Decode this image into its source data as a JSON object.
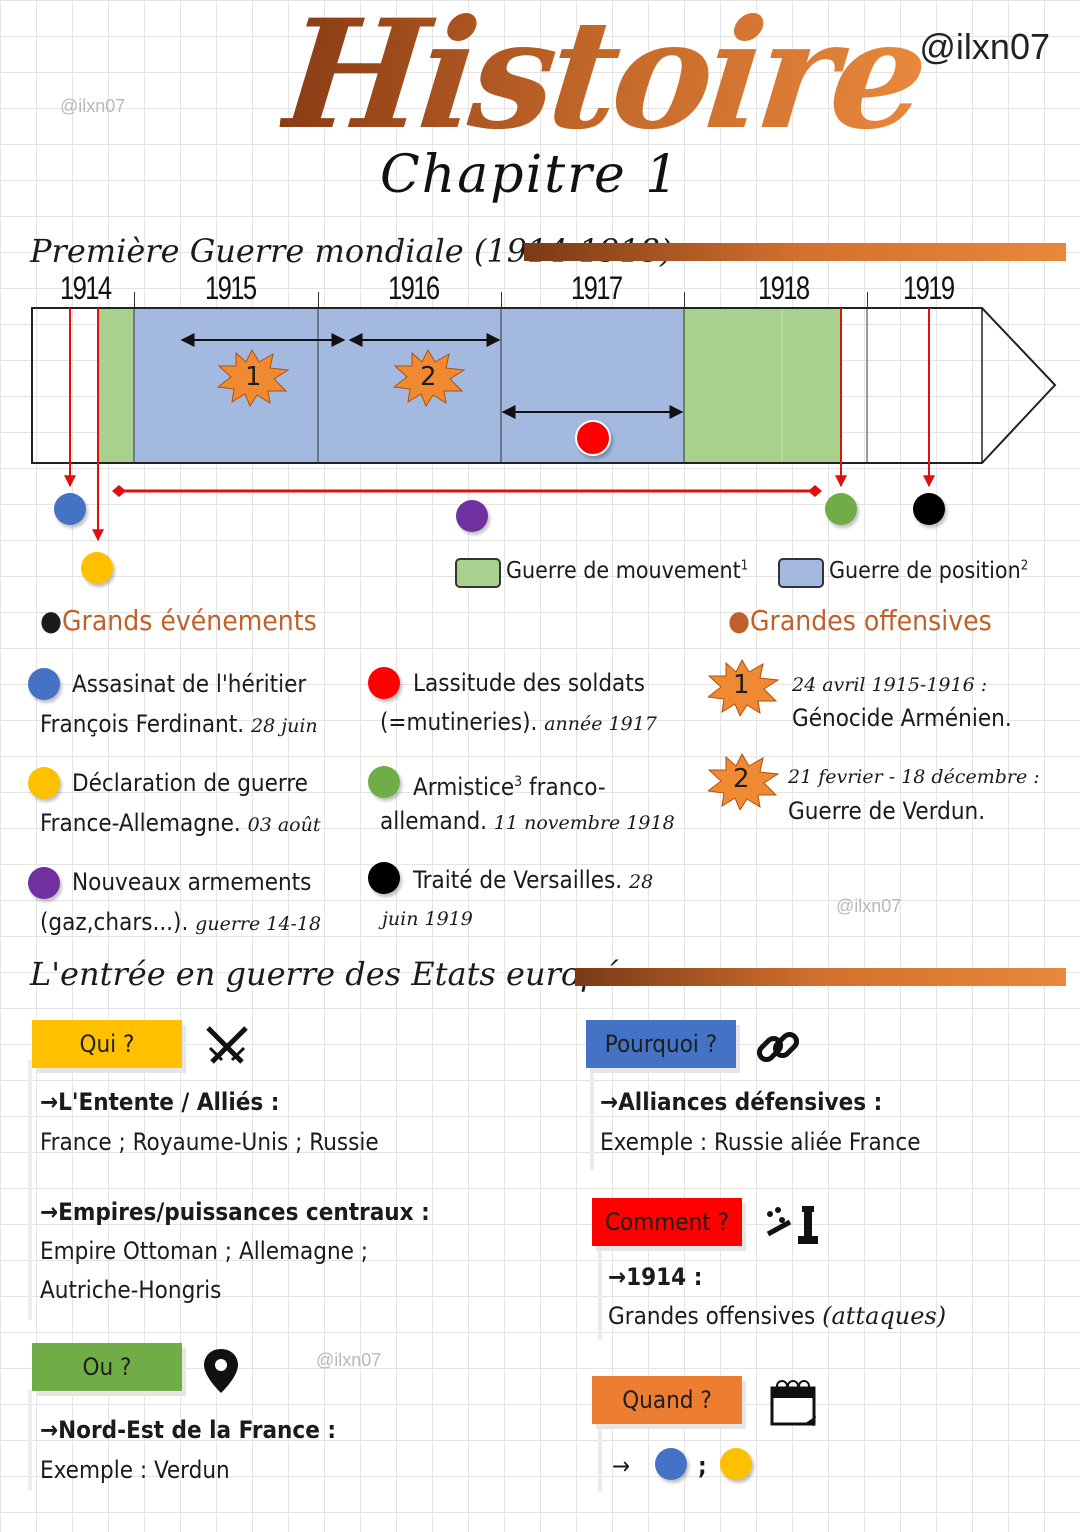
{
  "header": {
    "handle": "@ilxn07",
    "watermark": "@ilxn07",
    "title": "Histoire",
    "chapter": "Chapitre 1"
  },
  "section1": {
    "title": "Première Guerre mondiale (1914-1918)"
  },
  "timeline": {
    "years": [
      "1914",
      "1915",
      "1916",
      "1917",
      "1918",
      "1919"
    ],
    "bursts": [
      "1",
      "2"
    ]
  },
  "legend": {
    "movement": "Guerre de mouvement",
    "movement_sup": "1",
    "position": "Guerre de position",
    "position_sup": "2",
    "movement_color": "#a9d18e",
    "position_color": "#a3b9e0"
  },
  "grands_evenements": {
    "heading": "Grands événements",
    "items": [
      {
        "color": "#4472c4",
        "line1": "Assasinat de l'héritier",
        "line2": "François Ferdinant.",
        "date": "28 juin"
      },
      {
        "color": "#ffc000",
        "line1": "Déclaration de guerre",
        "line2": "France-Allemagne.",
        "date": "03 août"
      },
      {
        "color": "#7030a0",
        "line1": "Nouveaux armements",
        "line2": "(gaz,chars...).",
        "date": "guerre 14-18"
      },
      {
        "color": "#ff0000",
        "line1": "Lassitude des soldats",
        "line2": "(=mutineries).",
        "date": "année 1917"
      },
      {
        "color": "#70ad47",
        "line1": "Armistice",
        "sup": "3",
        "line1b": "franco-",
        "line2": "allemand.",
        "date": "11 novembre 1918"
      },
      {
        "color": "#000000",
        "line1": "Traité de Versailles.",
        "date_inline": "28",
        "date": "juin 1919"
      }
    ]
  },
  "grandes_offensives": {
    "heading": "Grandes offensives",
    "items": [
      {
        "num": "1",
        "date": "24 avril 1915-1916 :",
        "text": "Génocide Arménien."
      },
      {
        "num": "2",
        "date": "21 fevrier - 18 décembre :",
        "text": "Guerre de Verdun."
      }
    ]
  },
  "section2": {
    "title": "L'entrée en guerre des Etats européens"
  },
  "qui": {
    "label": "Qui ?",
    "color": "#ffc000",
    "h1": "→L'Entente / Alliés :",
    "t1": "France ; Royaume-Unis ; Russie",
    "h2": "→Empires/puissances centraux :",
    "t2a": "Empire Ottoman ; Allemagne ;",
    "t2b": "Autriche-Hongris"
  },
  "ou": {
    "label": "Ou ?",
    "color": "#70ad47",
    "h": "→Nord-Est de la France :",
    "t": "Exemple : Verdun"
  },
  "pourquoi": {
    "label": "Pourquoi ?",
    "color": "#4472c4",
    "h": "→Alliances défensives :",
    "t": "Exemple : Russie aliée France"
  },
  "comment": {
    "label": "Comment ?",
    "color": "#ff0000",
    "h": "→1914 :",
    "t": "Grandes offensives",
    "t_it": "(attaques)"
  },
  "quand": {
    "label": "Quand ?",
    "color": "#ed7d31",
    "arrow": "→",
    "sep": ";"
  }
}
